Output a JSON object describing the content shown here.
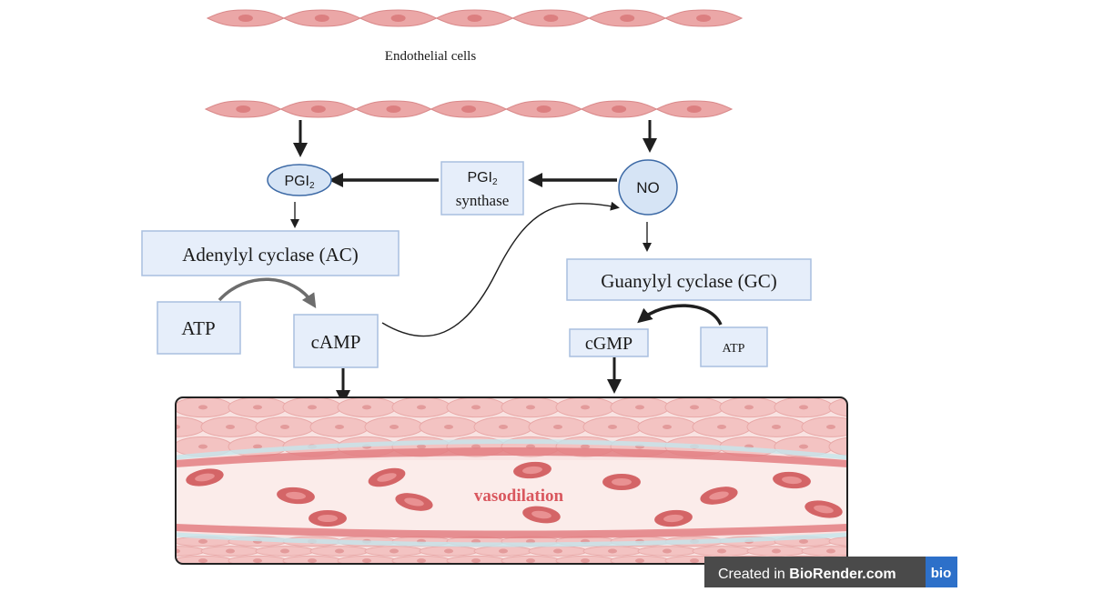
{
  "labels": {
    "endothelial_cells": "Endothelial cells",
    "pgi2_main": "PGI",
    "pgi2_sub": "2",
    "pgi2_synthase_main": "PGI",
    "pgi2_synthase_sub": "2",
    "pgi2_synthase_line2": "synthase",
    "no": "NO",
    "adenylyl_cyclase": "Adenylyl cyclase (AC)",
    "guanylyl_cyclase": "Guanylyl cyclase (GC)",
    "atp_left": "ATP",
    "atp_right": "ATP",
    "camp": "cAMP",
    "cgmp": "cGMP",
    "vasodilation": "vasodilation"
  },
  "badge": {
    "created_in": "Created in ",
    "brand": "BioRender.com",
    "logo": "bio"
  },
  "colors": {
    "node_fill": "#e6eefa",
    "node_stroke": "#a9bfdf",
    "oval_fill": "#d6e4f5",
    "oval_stroke": "#3d6aa6",
    "cell_fill": "#eba7a7",
    "cell_nucleus": "#dc7f80",
    "vessel_text": "#d9575e",
    "badge_bg": "#4a4a4a",
    "badge_logo_bg": "#2d70c9"
  }
}
